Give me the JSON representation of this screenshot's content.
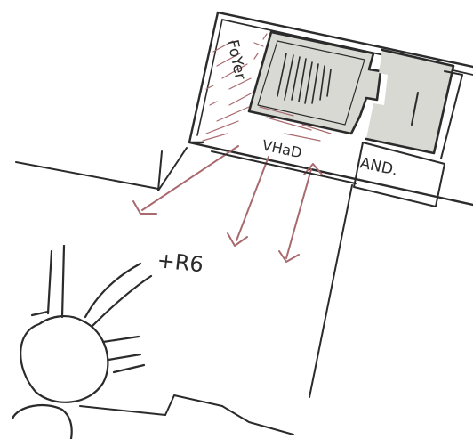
{
  "labels": {
    "foyer": "FoYer",
    "vhad": "VHaD",
    "and": "AND.",
    "trb": "+R6"
  },
  "colors": {
    "ink": "#2b2b2b",
    "red_pencil": "#a96a6f",
    "gray_fill": "#d9d9d4",
    "paper": "#ffffff"
  }
}
